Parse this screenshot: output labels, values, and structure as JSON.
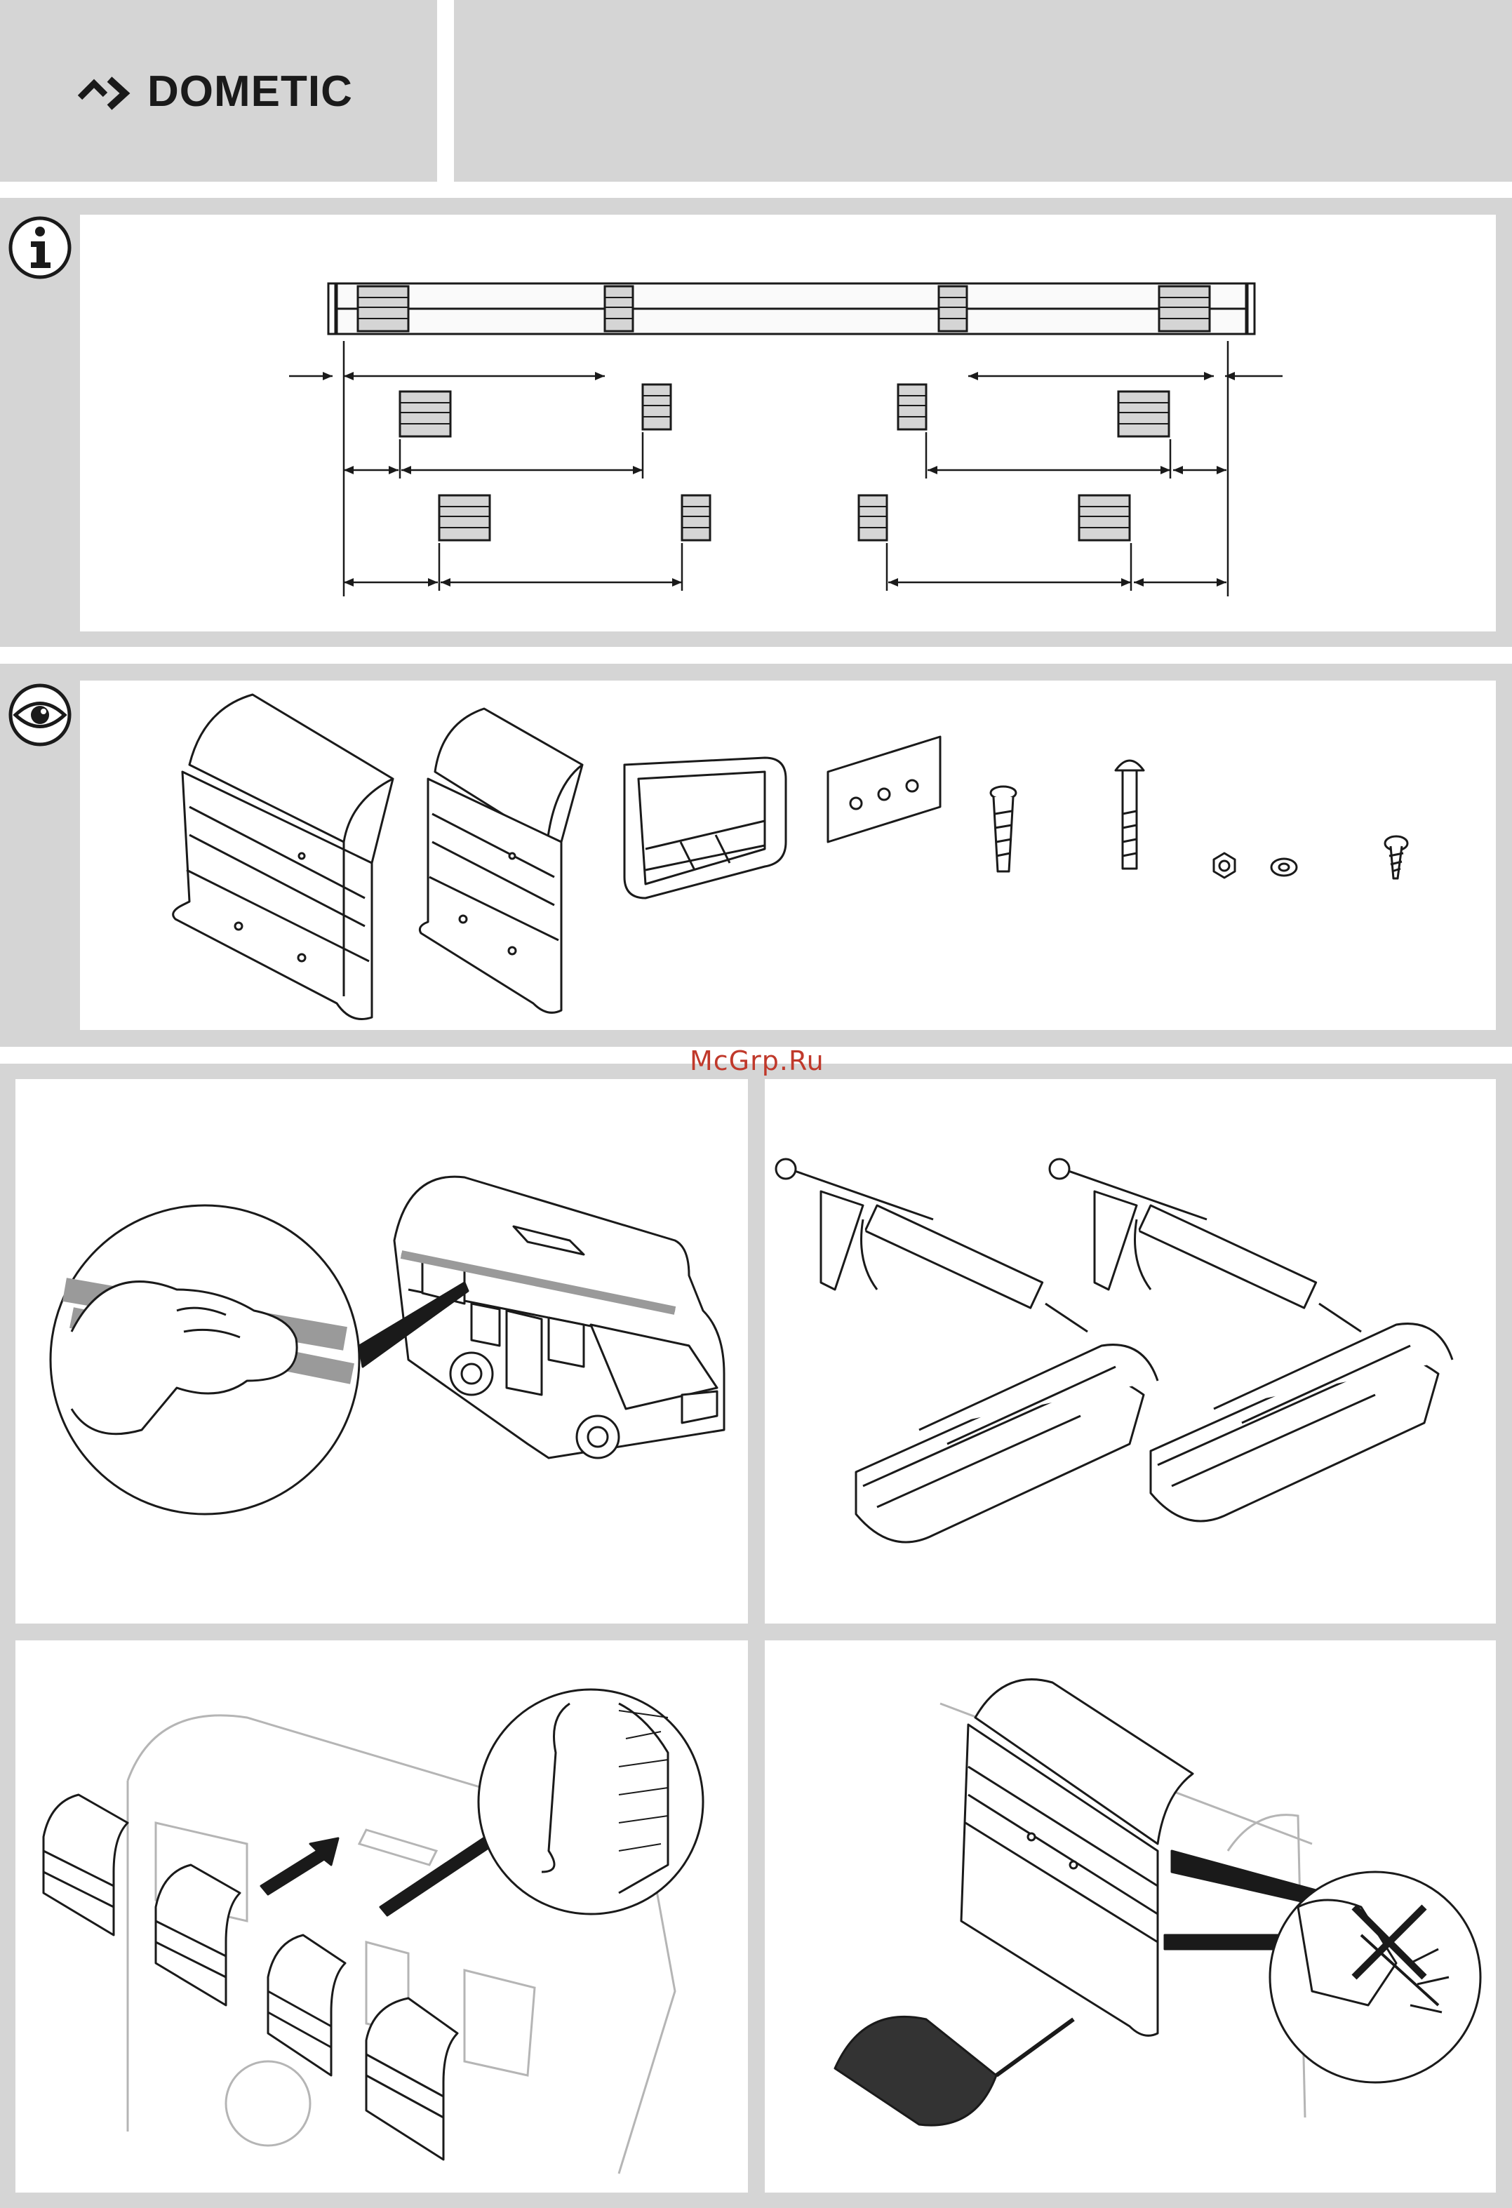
{
  "header": {
    "brand": "DOMETIC"
  },
  "sections": {
    "info": {
      "icon": "info-icon"
    },
    "parts": {
      "icon": "eye-icon"
    }
  },
  "watermark": "McGrp.Ru",
  "icons": {
    "logo_mark": "dometic-logo-mark",
    "info": "info-icon",
    "parts": "eye-icon"
  },
  "colors": {
    "panel_gray": "#d5d5d5",
    "ink": "#1a1a1a",
    "watermark": "#c0392b"
  }
}
